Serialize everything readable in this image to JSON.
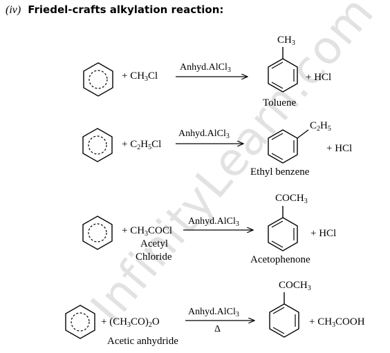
{
  "heading": {
    "number": "(iv)",
    "title": "Friedel-crafts alkylation reaction:"
  },
  "watermark": "InfinityLearn.com",
  "reactions": [
    {
      "reactant_prefix": "+ CH",
      "reactant_sub": "3",
      "reactant_suffix": "Cl",
      "arrow_label_main": "Anhyd.AlCl",
      "arrow_label_sub": "3",
      "substituent_main": "CH",
      "substituent_sub": "3",
      "product_name": "Toluene",
      "byproduct": "+ HCl"
    },
    {
      "reactant_prefix": "+ C",
      "reactant_sub1": "2",
      "reactant_mid": "H",
      "reactant_sub2": "5",
      "reactant_suffix": "Cl",
      "arrow_label_main": "Anhyd.AlCl",
      "arrow_label_sub": "3",
      "substituent_main": "C",
      "substituent_sub1": "2",
      "substituent_mid": "H",
      "substituent_sub2": "5",
      "product_name": "Ethyl benzene",
      "byproduct": "+ HCl"
    },
    {
      "reactant_prefix": "+ CH",
      "reactant_sub": "3",
      "reactant_suffix": "COCl",
      "reactant_name_line1": "Acetyl",
      "reactant_name_line2": "Chloride",
      "arrow_label_main": "Anhyd.AlCl",
      "arrow_label_sub": "3",
      "substituent_main": "COCH",
      "substituent_sub": "3",
      "product_name": "Acetophenone",
      "byproduct": "+ HCl"
    },
    {
      "reactant_prefix": "+ (CH",
      "reactant_sub1": "3",
      "reactant_mid": "CO)",
      "reactant_sub2": "2",
      "reactant_suffix": "O",
      "reactant_name": "Acetic anhydride",
      "arrow_label_main": "Anhyd.AlCl",
      "arrow_label_sub": "3",
      "arrow_label_below": "Δ",
      "substituent_main": "COCH",
      "substituent_sub": "3",
      "byproduct_prefix": "+ CH",
      "byproduct_sub": "3",
      "byproduct_suffix": "COOH"
    }
  ]
}
